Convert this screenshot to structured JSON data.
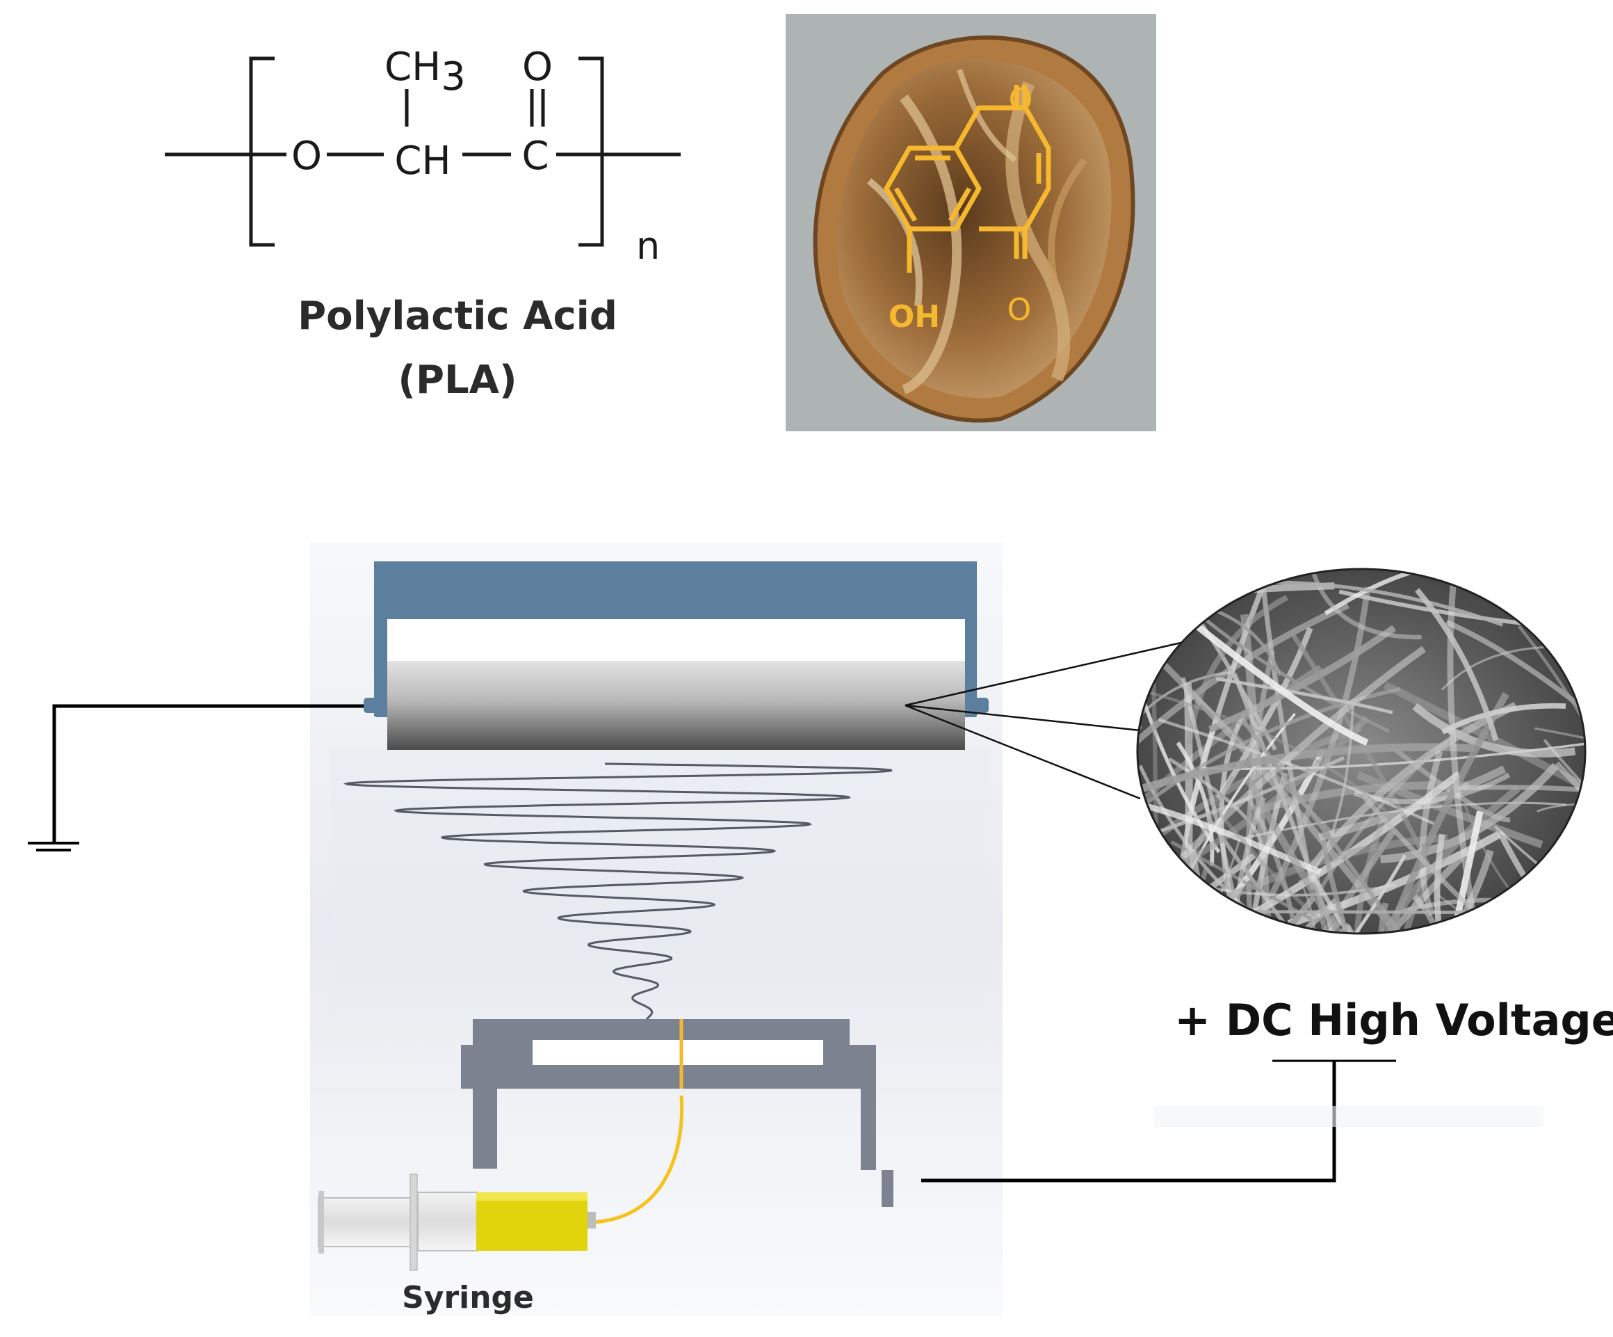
{
  "pla": {
    "ch3_c": "CH",
    "ch3_sub": "3",
    "oxygen_top": "O",
    "o_left": "O",
    "ch": "CH",
    "c": "C",
    "n": "n",
    "name": "Polylactic Acid",
    "abbr": "(PLA)"
  },
  "juglone": {
    "o_top": "O",
    "o_bottom": "O",
    "oh": "OH"
  },
  "labels": {
    "syringe": "Syringe",
    "voltage": "+ DC High Voltage"
  },
  "colors": {
    "frame_blue": "#5b7f9c",
    "nozzle_gray": "#7d8290",
    "juglone_gold": "#f5b82e",
    "solution_yellow": "#e2d40c",
    "shell_brown": "#8a5a2b"
  }
}
